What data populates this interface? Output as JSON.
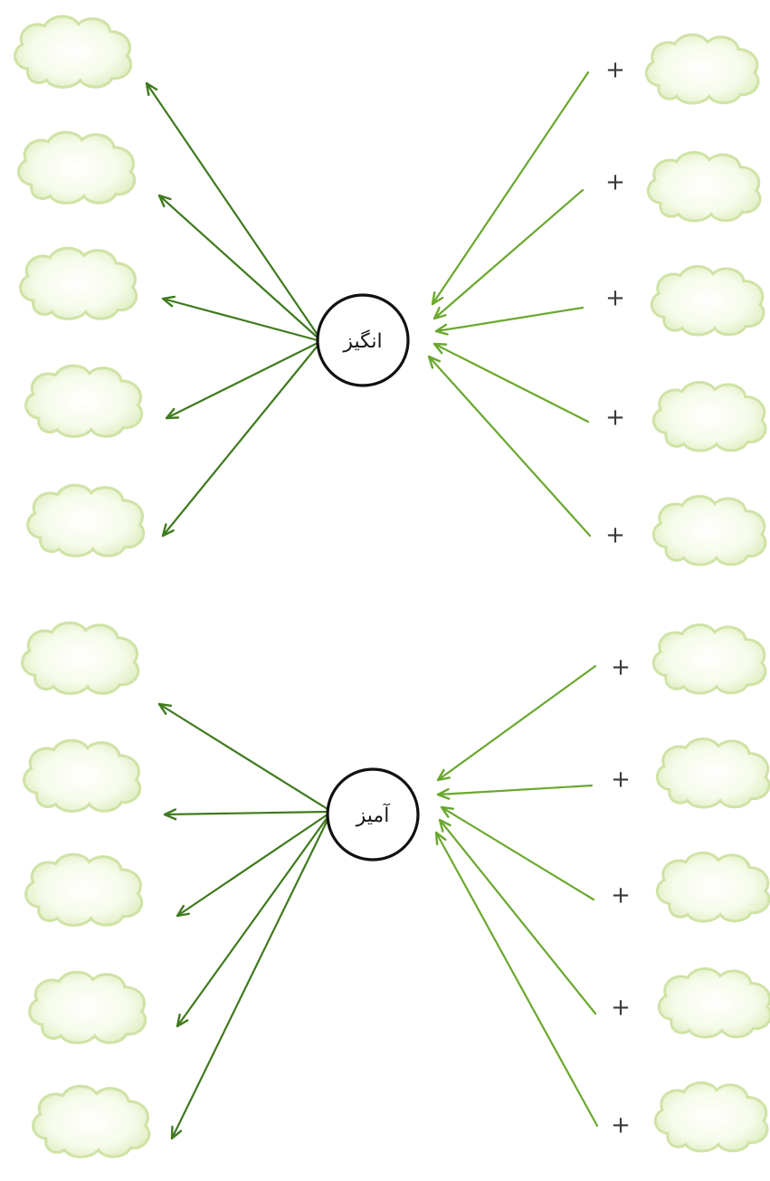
{
  "diagrams": [
    {
      "center_word": "انگیز",
      "outputs": 5,
      "inputs": 5
    },
    {
      "center_word": "آمیز",
      "outputs": 5,
      "inputs": 5
    }
  ],
  "input_marker": "+",
  "colors": {
    "arrow_dark": "#3f7a1e",
    "arrow_light": "#6aa82e",
    "cloud_fill": "#eef6dc",
    "cloud_stroke": "#cfe3a6",
    "circle_stroke": "#111111"
  },
  "icons": {
    "blank": "cloud-blank-icon",
    "node": "circle-node"
  }
}
